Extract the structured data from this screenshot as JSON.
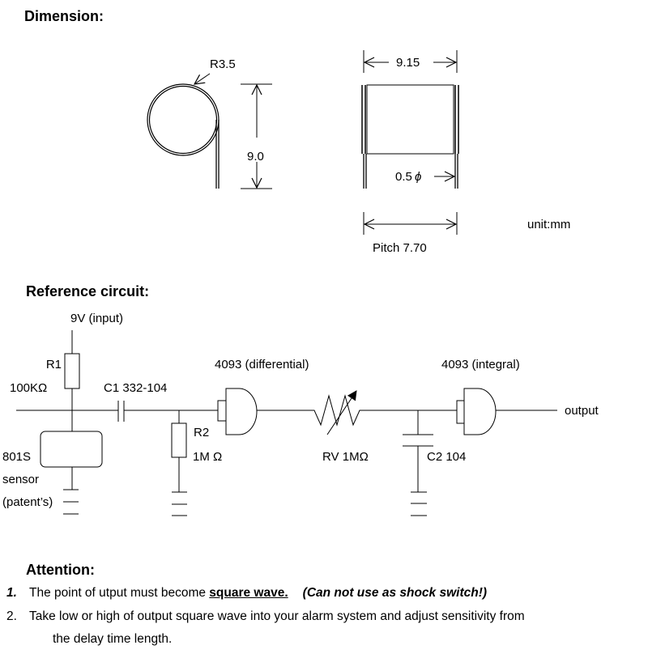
{
  "dimension": {
    "heading": "Dimension:",
    "radius_label": "R3.5",
    "height_label": "9.0",
    "width_label": "9.15",
    "lead_label": "0.5",
    "lead_symbol": "ϕ",
    "pitch_label": "Pitch 7.70",
    "unit_label": "unit:mm"
  },
  "circuit": {
    "heading": "Reference circuit:",
    "input_label": "9V (input)",
    "r1_name": "R1",
    "r1_value": "100KΩ",
    "c1_label": "C1 332-104",
    "gate1_label": "4093 (differential)",
    "r2_name": "R2",
    "r2_value": "1M Ω",
    "sensor_name": "801S",
    "sensor_line2": "sensor",
    "sensor_line3": "(patent’s)",
    "rv_label": "RV 1MΩ",
    "c2_label": "C2 104",
    "gate2_label": "4093 (integral)",
    "output_label": "output"
  },
  "attention": {
    "heading": "Attention:",
    "items": [
      {
        "num": "1.",
        "text": "The point of utput must become ",
        "emph": "square wave.",
        "note": "(Can not use as shock switch!)"
      },
      {
        "num": "2.",
        "text": "Take low or high of output square wave into your alarm system and adjust sensitivity from",
        "cont": "the delay time length."
      }
    ]
  }
}
